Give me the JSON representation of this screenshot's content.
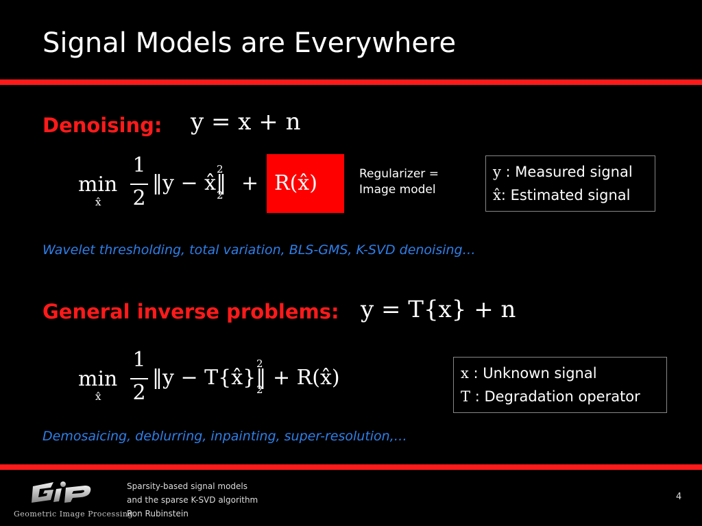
{
  "slide": {
    "title": "Signal Models are Everywhere",
    "page_number": "4",
    "colors": {
      "accent": "#ff1a1a",
      "link": "#2f7fe8",
      "background": "#000000"
    }
  },
  "denoising": {
    "heading": "Denoising:",
    "model_eq": "y = x + n",
    "min_label": "min",
    "min_sub": "x̂",
    "frac_num": "1",
    "frac_den": "2",
    "norm_expr": "‖y − x̂‖",
    "norm_sup": "2",
    "norm_sub": "2",
    "plus": "+",
    "reg_expr": "R(x̂)",
    "regularizer_note": [
      "Regularizer =",
      "Image model"
    ],
    "legend": [
      {
        "symbol": "y",
        "text": " : Measured signal"
      },
      {
        "symbol": "x̂",
        "text": ": Estimated signal"
      }
    ],
    "examples": "Wavelet thresholding, total variation, BLS-GMS, K-SVD denoising…"
  },
  "inverse": {
    "heading": "General inverse problems:",
    "model_eq": "y = T{x} + n",
    "min_label": "min",
    "min_sub": "x̂",
    "frac_num": "1",
    "frac_den": "2",
    "norm_expr": "‖y − T{x̂}‖",
    "norm_sup": "2",
    "norm_sub": "2",
    "reg_expr": "+ R(x̂)",
    "legend": [
      {
        "symbol": "x",
        "text": " : Unknown signal"
      },
      {
        "symbol": "T",
        "text": " : Degradation operator"
      }
    ],
    "examples": "Demosaicing, deblurring, inpainting, super-resolution,…"
  },
  "footer": {
    "logo_caption": "Geometric Image Processing",
    "logo_mark": "GIP",
    "lines": [
      "Sparsity-based signal models",
      "and the sparse K-SVD algorithm",
      "Ron Rubinstein"
    ]
  }
}
